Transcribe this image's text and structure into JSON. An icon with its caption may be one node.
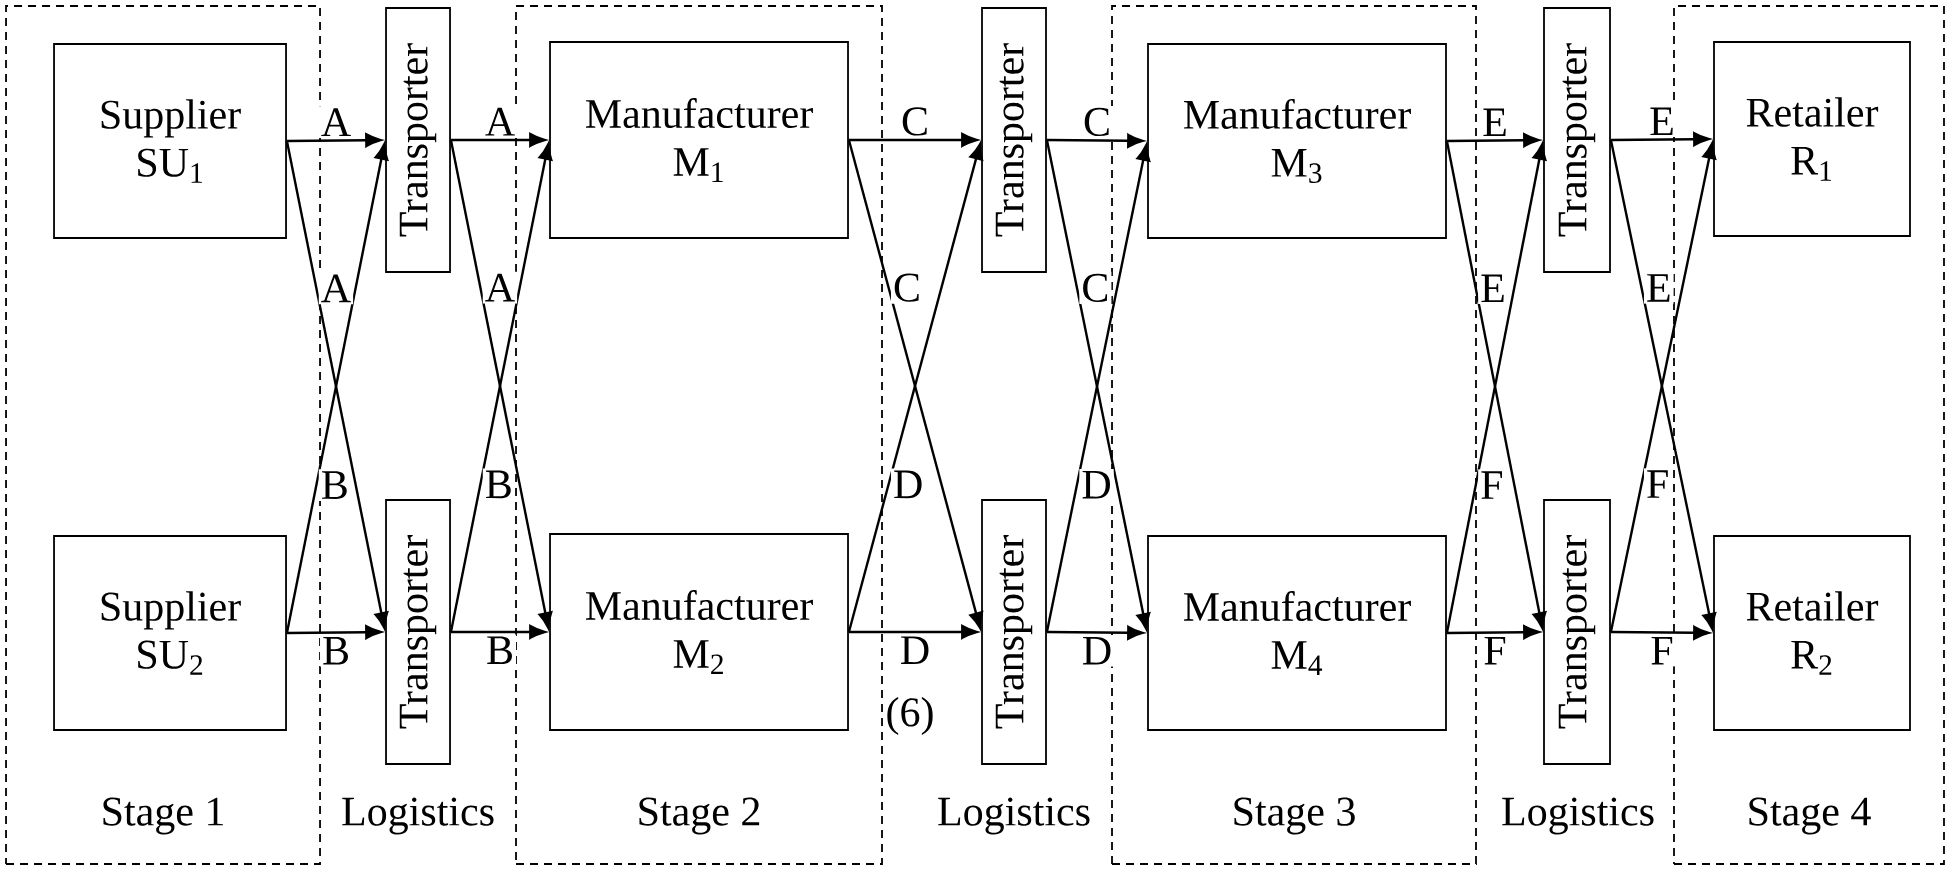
{
  "diagram": {
    "nodes": [
      {
        "text": [
          "Stage 1"
        ]
      },
      {
        "text": [
          "Supplier SU$_{1}$"
        ],
        "in": 0
      },
      {
        "text": [
          "Supplier SU$_{2}$"
        ],
        "in": 0
      },
      {
        "text": [
          "Transporter"
        ]
      },
      {
        "text": [
          "Transporter"
        ]
      },
      {
        "text": [
          "Stage 2"
        ]
      },
      {
        "text": [
          "Manufacturer M$_{1}$"
        ],
        "in": 5
      },
      {
        "text": [
          "Manufacturer M$_{2}$"
        ],
        "in": 5
      },
      {
        "text": [
          "Transporter"
        ]
      },
      {
        "text": [
          "Transporter"
        ]
      },
      {
        "text": [
          "Stage 3"
        ]
      },
      {
        "text": [
          "Manufacturer M$_{3}$"
        ],
        "in": 10
      },
      {
        "text": [
          "Manufacturer M$_{4}$"
        ],
        "in": 10
      },
      {
        "text": [
          "Transporter"
        ]
      },
      {
        "text": [
          "Transporter"
        ]
      },
      {
        "text": [
          "Stage 4"
        ]
      },
      {
        "text": [
          "Retailer R$_{1}$"
        ],
        "in": 15
      },
      {
        "text": [
          "Retailer R$_{2}$"
        ],
        "in": 15
      }
    ],
    "edges": [
      {
        "from": 1,
        "to": 3,
        "arrow": "to",
        "label": "A"
      },
      {
        "from": 1,
        "to": 4,
        "arrow": "to",
        "label": "A"
      },
      {
        "from": 2,
        "to": 3,
        "arrow": "to",
        "label": "B"
      },
      {
        "from": 2,
        "to": 4,
        "arrow": "to",
        "label": "B"
      },
      {
        "from": 3,
        "to": 6,
        "arrow": "to",
        "label": "A"
      },
      {
        "from": 3,
        "to": 7,
        "arrow": "to",
        "label": "A"
      },
      {
        "from": 4,
        "to": 6,
        "arrow": "to",
        "label": "B"
      },
      {
        "from": 4,
        "to": 7,
        "arrow": "to",
        "label": "B"
      },
      {
        "from": 6,
        "to": 8,
        "arrow": "to",
        "label": "C"
      },
      {
        "from": 6,
        "to": 9,
        "arrow": "to",
        "label": "C"
      },
      {
        "from": 7,
        "to": 8,
        "arrow": "to",
        "label": "D"
      },
      {
        "from": 7,
        "to": 9,
        "arrow": "to",
        "label": "D"
      },
      {
        "from": 8,
        "to": 11,
        "arrow": "to",
        "label": "C"
      },
      {
        "from": 8,
        "to": 12,
        "arrow": "to",
        "label": "C"
      },
      {
        "from": 9,
        "to": 11,
        "arrow": "to",
        "label": "D"
      },
      {
        "from": 9,
        "to": 12,
        "arrow": "to",
        "label": "D"
      },
      {
        "from": 11,
        "to": 13,
        "arrow": "to",
        "label": "E"
      },
      {
        "from": 11,
        "to": 14,
        "arrow": "to",
        "label": "E"
      },
      {
        "from": 12,
        "to": 13,
        "arrow": "to",
        "label": "F"
      },
      {
        "from": 12,
        "to": 14,
        "arrow": "to",
        "label": "F"
      },
      {
        "from": 13,
        "to": 16,
        "arrow": "to",
        "label": "E"
      },
      {
        "from": 13,
        "to": 17,
        "arrow": "to",
        "label": "E"
      },
      {
        "from": 14,
        "to": 16,
        "arrow": "to",
        "label": "F"
      },
      {
        "from": 14,
        "to": 17,
        "arrow": "to",
        "label": "F"
      }
    ],
    "labels": [
      "(6)",
      "Logistics",
      "Logistics",
      "Logistics"
    ]
  }
}
